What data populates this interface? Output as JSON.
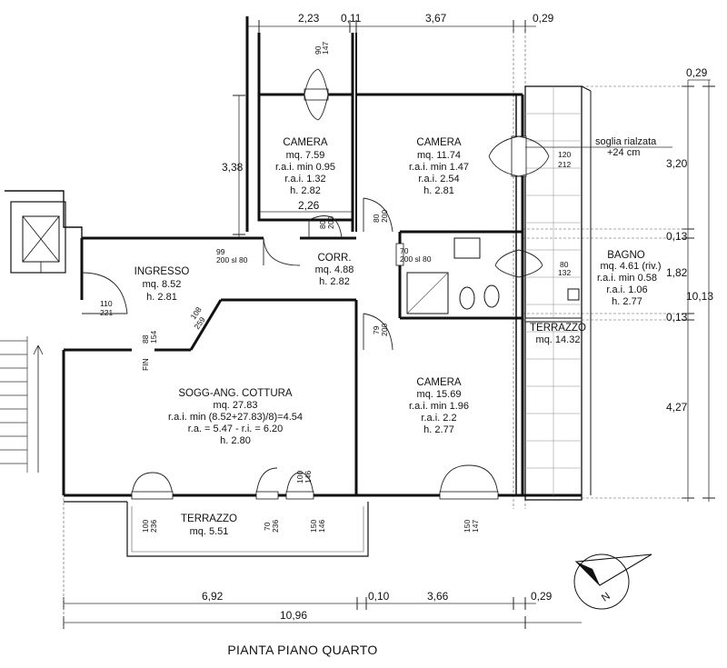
{
  "title": "PIANTA PIANO  QUARTO",
  "dimensions": {
    "top": [
      "2,23",
      "0,11",
      "3,67",
      "0,29"
    ],
    "right_top": "0,29",
    "right_segments": [
      "3,20",
      "0,13",
      "1,82",
      "0,13",
      "4,27"
    ],
    "right_total": "10,13",
    "left_camera": "3,38",
    "camera_width": "2,26",
    "bottom": [
      "6,92",
      "0,10",
      "3,66",
      "0,29"
    ],
    "bottom_total": "10,96"
  },
  "rooms": {
    "camera1": {
      "name": "CAMERA",
      "lines": [
        "mq. 7.59",
        "r.a.i. min 0.95",
        "r.a.i. 1.32",
        "h. 2.82"
      ]
    },
    "camera2": {
      "name": "CAMERA",
      "lines": [
        "mq. 11.74",
        "r.a.i. min 1.47",
        "r.a.i. 2.54",
        "h. 2.81"
      ]
    },
    "ingresso": {
      "name": "INGRESSO",
      "lines": [
        "mq. 8.52",
        "h. 2.81"
      ]
    },
    "corr": {
      "name": "CORR.",
      "lines": [
        "mq. 4.88",
        "h. 2.82"
      ]
    },
    "bagno": {
      "name": "BAGNO",
      "lines": [
        "mq. 4.61 (riv.)",
        "r.a.i. min 0.58",
        "r.a.i. 1.06",
        "h. 2.77"
      ]
    },
    "terrazzo_right": {
      "name": "TERRAZZO",
      "lines": [
        "mq. 14.32"
      ]
    },
    "soggiorno": {
      "name": "SOGG-ANG. COTTURA",
      "lines": [
        "mq. 27.83",
        "r.a.i. min (8.52+27.83)/8)=4.54",
        "r.a. = 5.47 - r.i. = 6.20",
        "h. 2.80"
      ]
    },
    "camera3": {
      "name": "CAMERA",
      "lines": [
        "mq. 15.69",
        "r.a.i. min 1.96",
        "r.a.i. 2.2",
        "h. 2.77"
      ]
    },
    "terrazzo_bottom": {
      "name": "TERRAZZO",
      "lines": [
        "mq. 5.51"
      ]
    }
  },
  "notes": {
    "soglia": "soglia rialzata",
    "soglia_h": "+24 cm",
    "fin": "FIN"
  },
  "openings": {
    "top_window": [
      "90",
      "147"
    ],
    "cam2_window": [
      "120",
      "212"
    ],
    "cam1_door": [
      "80",
      "200"
    ],
    "corr_door_right": [
      "80",
      "200"
    ],
    "ingr_door": [
      "99",
      "200 sl 80"
    ],
    "bagno_door": [
      "70",
      "200 sl 80"
    ],
    "bagno_window": [
      "80",
      "132"
    ],
    "entry": [
      "110",
      "221"
    ],
    "fin_window": [
      "88",
      "154"
    ],
    "diag_door": [
      "108",
      "259"
    ],
    "cam3_door": [
      "79",
      "200"
    ],
    "bottom_w1": [
      "100",
      "236"
    ],
    "bottom_w2": [
      "70",
      "236"
    ],
    "bottom_w3": [
      "100",
      "146"
    ],
    "bottom_w4": [
      "150",
      "146"
    ],
    "bottom_w5": [
      "150",
      "147"
    ]
  },
  "compass": {
    "letter": "N"
  }
}
